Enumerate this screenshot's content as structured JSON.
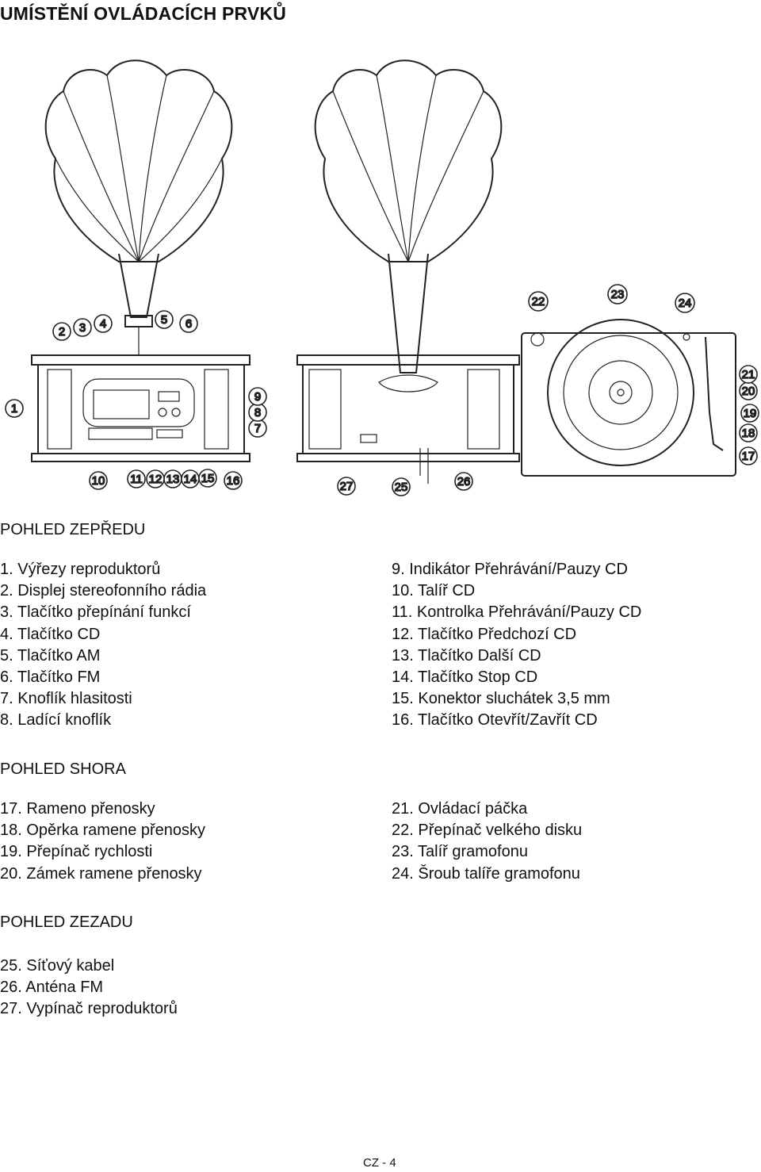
{
  "page_title": "UMÍSTĚNÍ OVLÁDACÍCH PRVKŮ",
  "callouts": [
    "1",
    "2",
    "3",
    "4",
    "5",
    "6",
    "7",
    "8",
    "9",
    "10",
    "11",
    "12",
    "13",
    "14",
    "15",
    "16",
    "17",
    "18",
    "19",
    "20",
    "21",
    "22",
    "23",
    "24",
    "25",
    "26",
    "27"
  ],
  "front": {
    "heading": "POHLED ZEPŘEDU",
    "left": [
      "1. Výřezy reproduktorů",
      "2. Displej stereofonního rádia",
      "3. Tlačítko přepínání funkcí",
      "4. Tlačítko CD",
      "5. Tlačítko AM",
      "6. Tlačítko FM",
      "7. Knoflík hlasitosti",
      "8. Ladící knoflík"
    ],
    "right": [
      "9. Indikátor Přehrávání/Pauzy CD",
      "10. Talíř CD",
      "11. Kontrolka Přehrávání/Pauzy CD",
      "12. Tlačítko Předchozí CD",
      "13. Tlačítko Další CD",
      "14. Tlačítko Stop CD",
      "15. Konektor sluchátek 3,5 mm",
      "16. Tlačítko Otevřít/Zavřít CD"
    ]
  },
  "top": {
    "heading": "POHLED SHORA",
    "left": [
      "17. Rameno přenosky",
      "18. Opěrka ramene přenosky",
      "19. Přepínač rychlosti",
      "20. Zámek ramene přenosky"
    ],
    "right": [
      "21. Ovládací páčka",
      "22. Přepínač velkého disku",
      "23. Talíř gramofonu",
      "24. Šroub talíře gramofonu"
    ]
  },
  "back": {
    "heading": "POHLED ZEZADU",
    "left": [
      "25. Síťový kabel",
      "26. Anténa FM",
      "27. Vypínač reproduktorů"
    ]
  },
  "footer": "CZ - 4"
}
